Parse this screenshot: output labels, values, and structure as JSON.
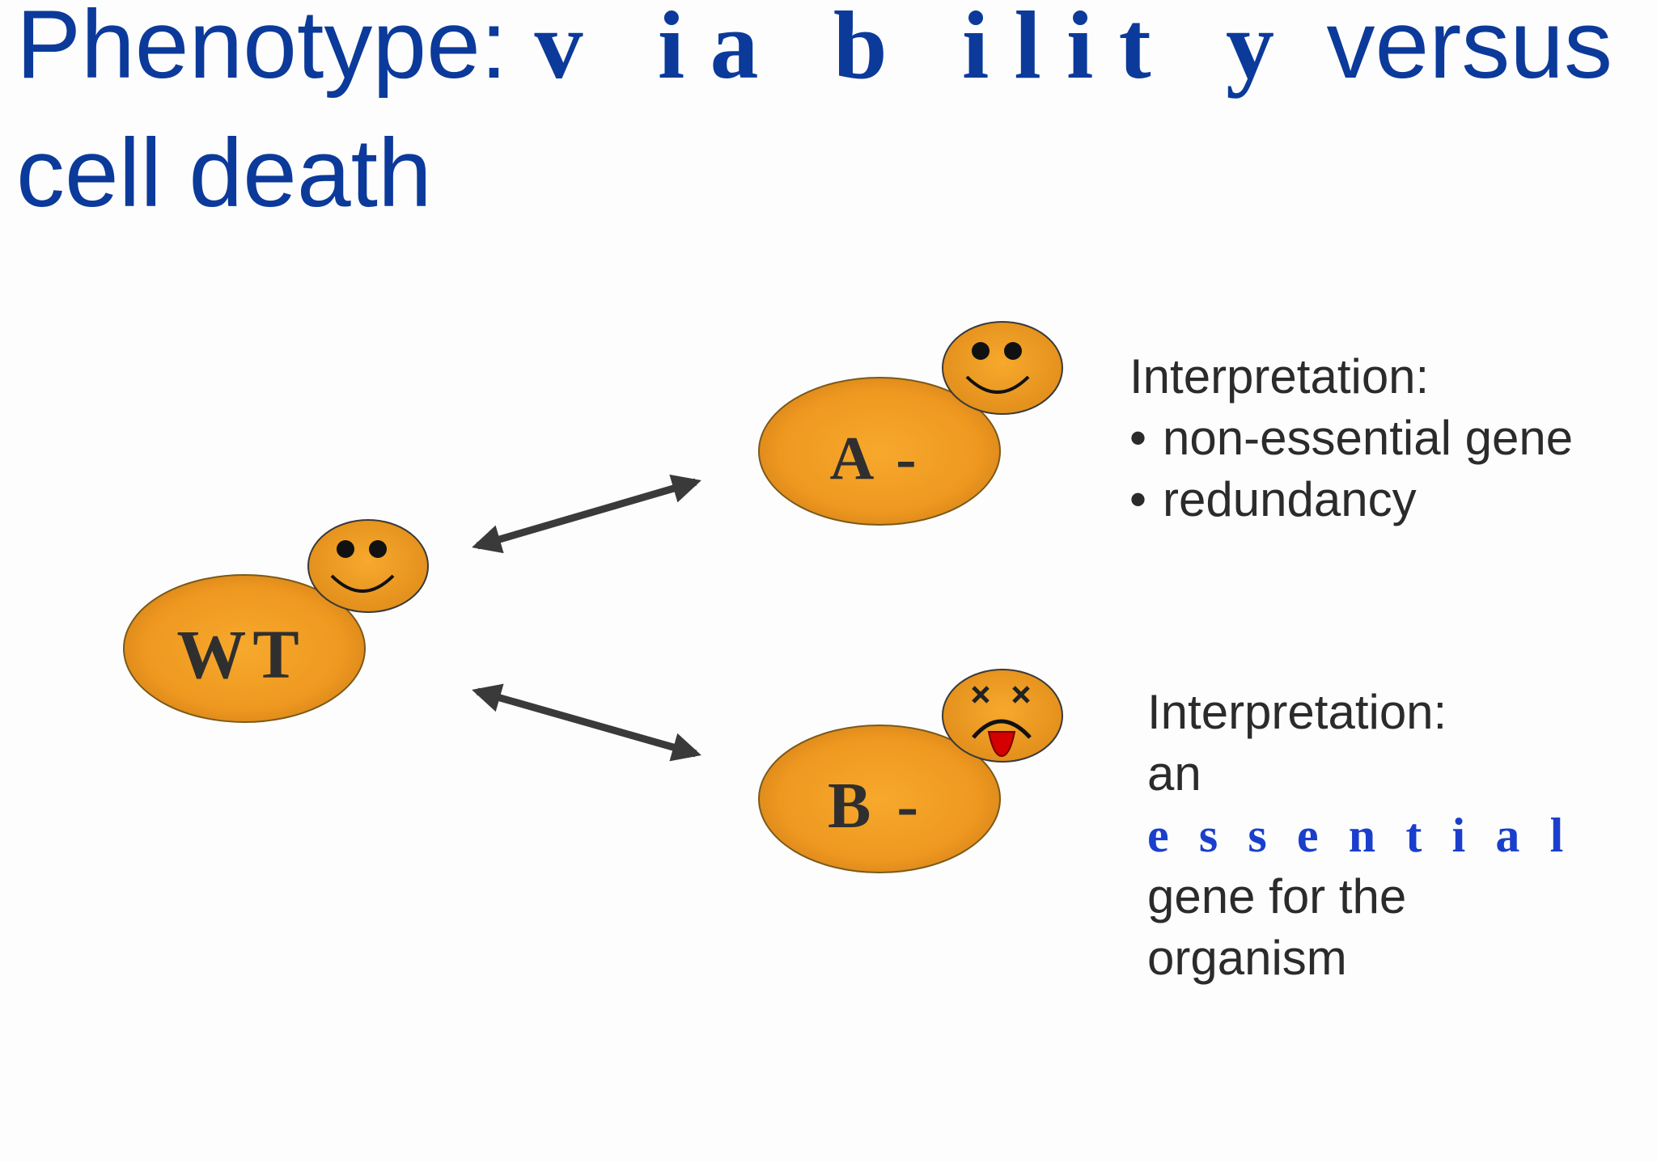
{
  "title": {
    "prefix": "Phenotype: ",
    "emphasis": "v ia b ilit y",
    "suffix": " versus cell death"
  },
  "cells": {
    "wt": "WT",
    "a": "A -",
    "b": "B -"
  },
  "faces": {
    "wt": "smiley-face-icon",
    "a": "smiley-face-icon",
    "b": "dead-face-icon"
  },
  "interpretation_a": {
    "heading": "Interpretation:",
    "items": [
      "non-essential gene",
      "redundancy"
    ]
  },
  "interpretation_b": {
    "heading": "Interpretation:",
    "line_prefix": "an ",
    "emphasis": "essential",
    "line_rest_1": "gene for the",
    "line_rest_2": "organism"
  },
  "colors": {
    "title": "#0b3a9b",
    "cell_fill": "#ee9820",
    "cell_stroke": "#7a5a1a",
    "arrow": "#3a3a3a",
    "text": "#2b2b2b",
    "essential": "#1a3fcc",
    "tongue": "#d50000"
  }
}
